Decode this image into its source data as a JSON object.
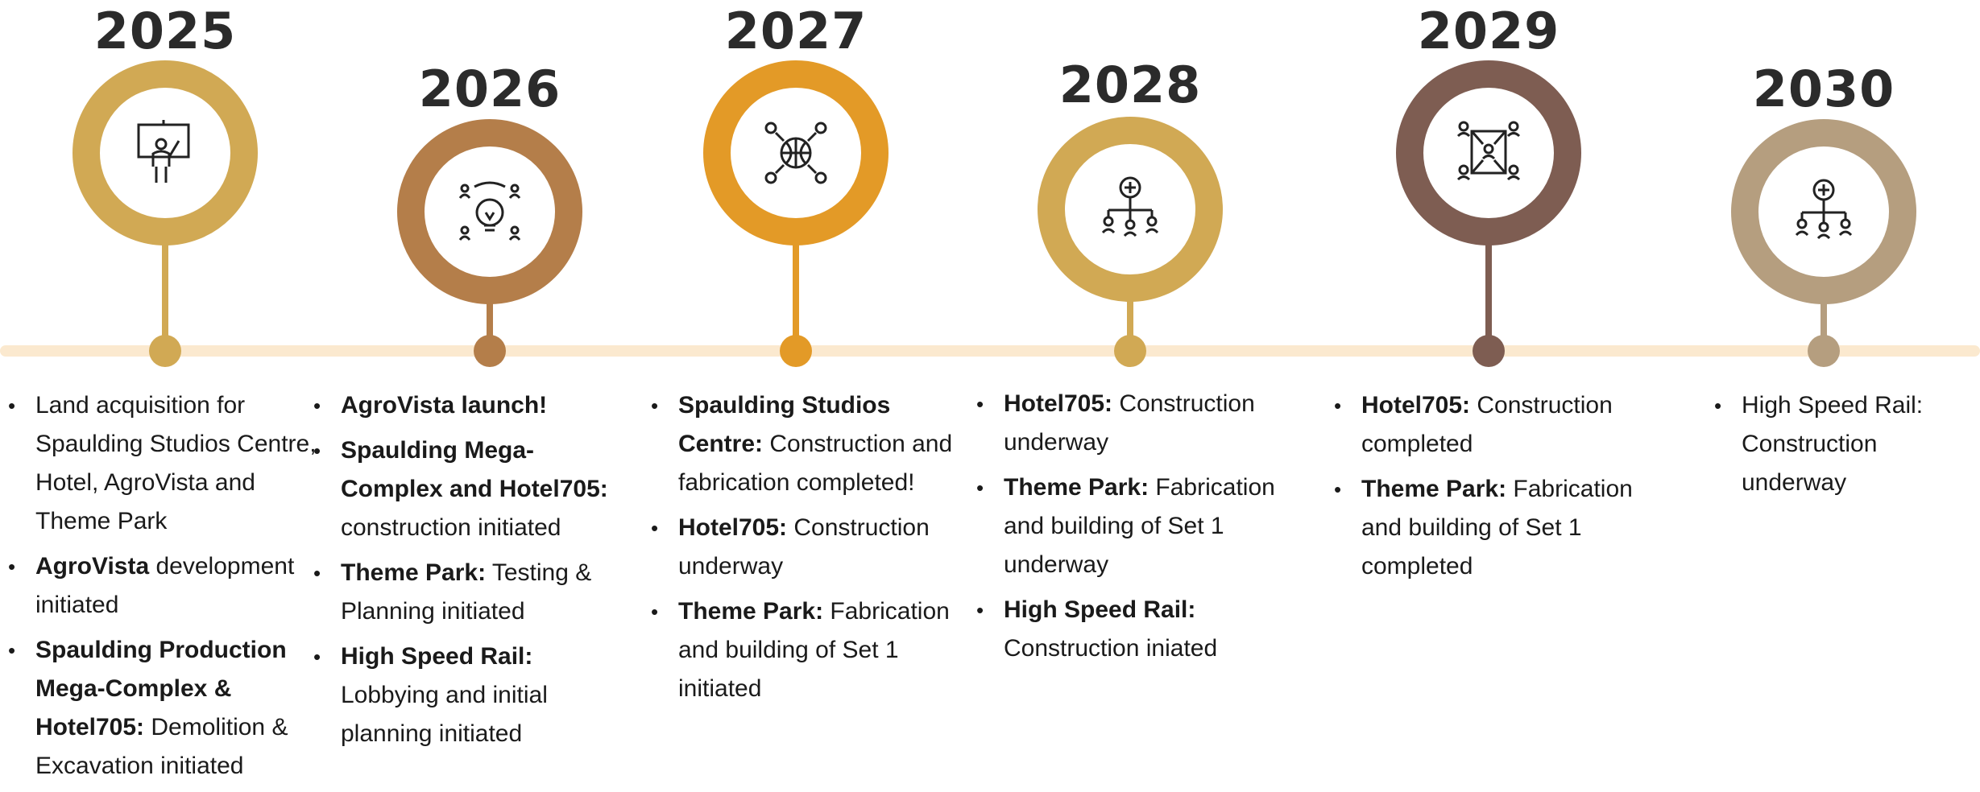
{
  "colors": {
    "baseline": "#fbe9cf",
    "m2025": "#d1a954",
    "m2026": "#b47e4a",
    "m2027": "#e39a27",
    "m2028": "#d1a954",
    "m2029": "#7e5d52",
    "m2030": "#b59e7f"
  },
  "milestones": [
    {
      "year": "2025",
      "icon": "presentation-icon",
      "items": [
        {
          "bold": "",
          "text": "Land acquisition for Spaulding Studios Centre, Hotel, AgroVista and Theme Park"
        },
        {
          "bold": "AgroVista",
          "text": " development initiated"
        },
        {
          "bold": "Spaulding Production Mega-Complex & Hotel705:",
          "text": " Demolition & Excavation initiated"
        }
      ]
    },
    {
      "year": "2026",
      "icon": "idea-team-icon",
      "items": [
        {
          "bold": "AgroVista launch!",
          "text": ""
        },
        {
          "bold": "Spaulding Mega-Complex and Hotel705:",
          "text": " construction initiated"
        },
        {
          "bold": "Theme Park:",
          "text": " Testing & Planning initiated"
        },
        {
          "bold": "High Speed Rail:",
          "text": " Lobbying and initial planning initiated"
        }
      ]
    },
    {
      "year": "2027",
      "icon": "basketball-team-icon",
      "items": [
        {
          "bold": "Spaulding Studios Centre:",
          "text": " Construction and fabrication completed!"
        },
        {
          "bold": "Hotel705:",
          "text": " Construction underway"
        },
        {
          "bold": "Theme Park:",
          "text": " Fabrication and building of Set 1 initiated"
        }
      ]
    },
    {
      "year": "2028",
      "icon": "org-chart-add-icon",
      "items": [
        {
          "bold": "Hotel705:",
          "text": " Construction underway"
        },
        {
          "bold": "Theme Park:",
          "text": " Fabrication and building of Set 1 underway"
        },
        {
          "bold": "High Speed Rail:",
          "text": " Construction iniated"
        }
      ]
    },
    {
      "year": "2029",
      "icon": "network-people-icon",
      "items": [
        {
          "bold": "Hotel705:",
          "text": " Construction completed"
        },
        {
          "bold": "Theme Park:",
          "text": " Fabrication and building of Set 1 completed"
        }
      ]
    },
    {
      "year": "2030",
      "icon": "org-chart-add-icon",
      "items": [
        {
          "bold": "",
          "text": "High Speed Rail: Construction underway"
        }
      ]
    }
  ]
}
